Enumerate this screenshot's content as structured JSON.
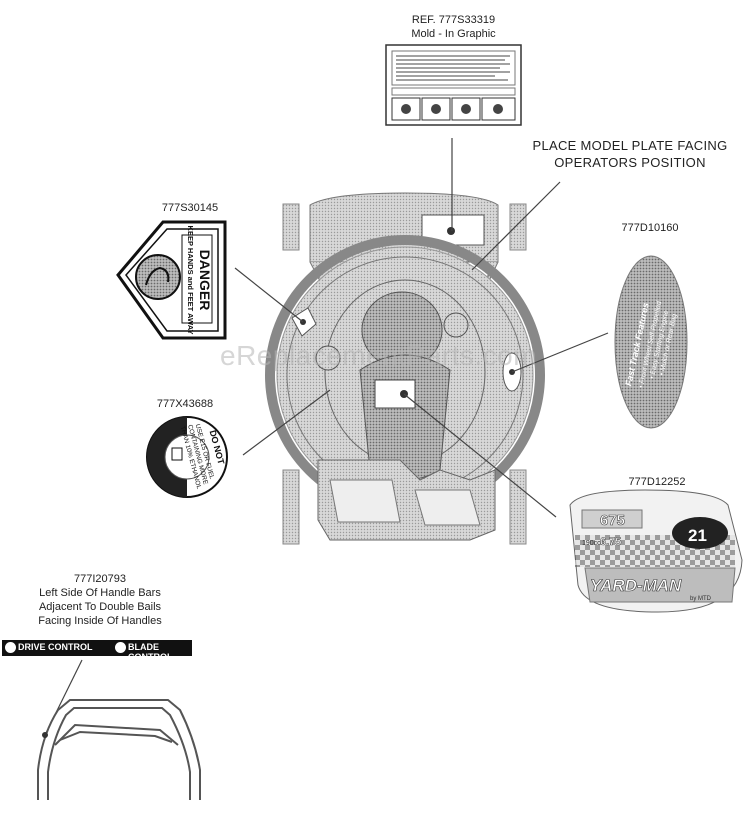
{
  "labels": {
    "ref_label": "REF. 777S33319",
    "mold_label": "Mold - In Graphic",
    "model_plate_line1": "PLACE MODEL PLATE FACING",
    "model_plate_line2": "OPERATORS POSITION",
    "danger_part": "777S30145",
    "oval_part": "777D10160",
    "ethanol_part": "777X43688",
    "yardman_part": "777D12252",
    "handle_part": "777I20793",
    "handle_line1": "Left Side Of Handle Bars",
    "handle_line2": "Adjacent To Double Bails",
    "handle_line3": "Facing Inside Of Handles"
  },
  "decals": {
    "danger_title": "DANGER",
    "danger_text": "KEEP HANDS and FEET AWAY",
    "ethanol_line1": "DO NOT",
    "ethanol_line2": "USE E15 OR FUEL",
    "ethanol_line3": "CONTAINING MORE",
    "ethanol_line4": "THAN 10% ETHANOL",
    "oval_title": "Fast Track Features",
    "oval_item1": "• Front Wheel Self-Propelled",
    "oval_item2": "• Easy Starting Engine",
    "oval_item3": "• Mulch or Rear Bag",
    "yardman_big": "675",
    "yardman_small": "6.75",
    "yardman_cc": "190cc",
    "yardman_inch": "21",
    "yardman_brand": "YARD-MAN",
    "yardman_mtd": "by MTD",
    "drive_control": "DRIVE CONTROL",
    "blade_control": "BLADE CONTROL"
  },
  "watermark": "eReplacementParts.com"
}
